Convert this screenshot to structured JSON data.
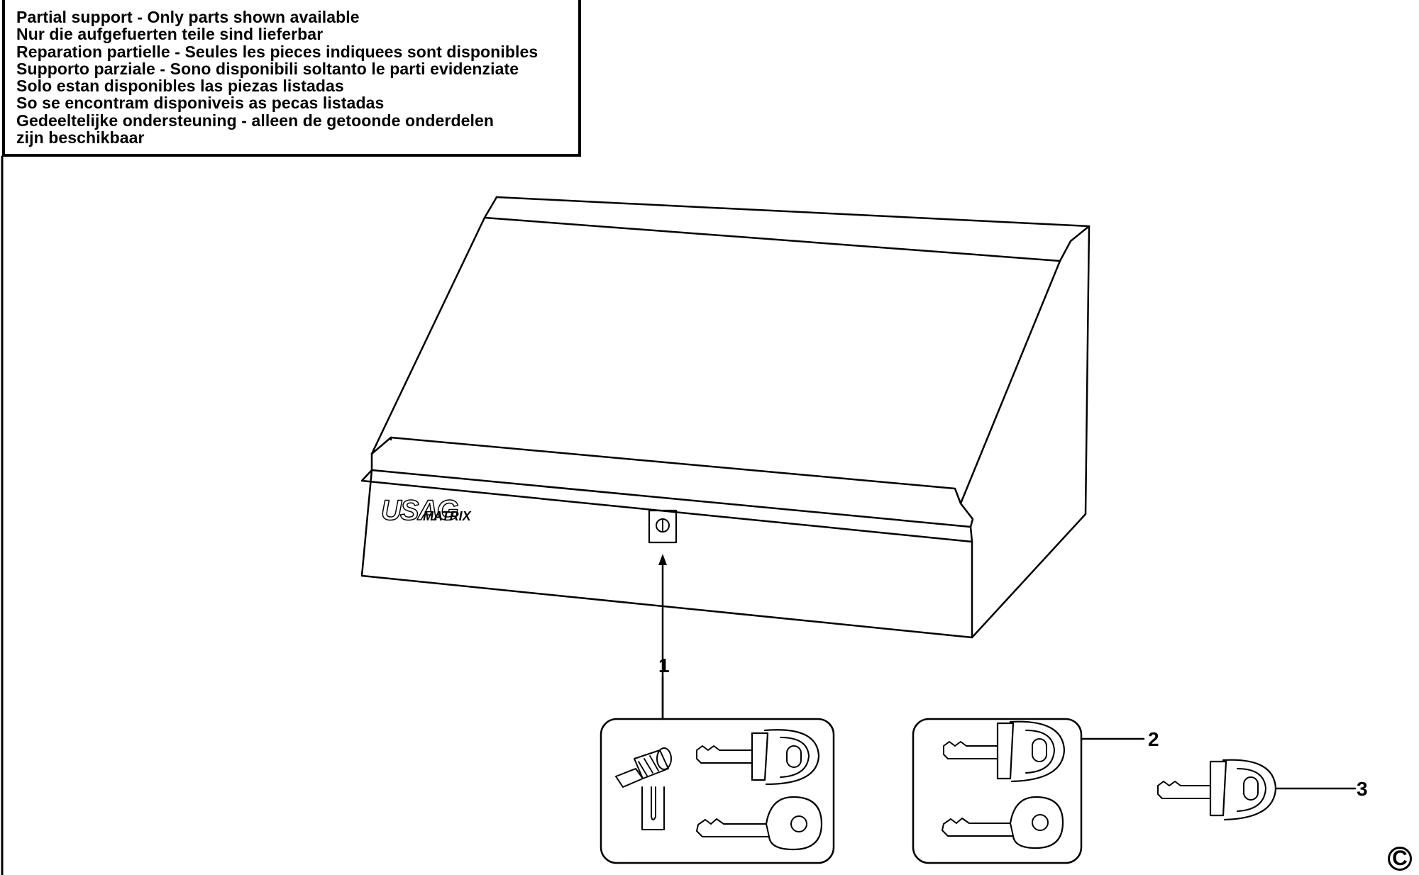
{
  "notice": {
    "lines": [
      "Partial support - Only parts shown available",
      "Nur die aufgefuerten teile sind lieferbar",
      "Reparation partielle - Seules les pieces indiquees sont disponibles",
      "Supporto parziale - Sono disponibili soltanto le parti evidenziate",
      "Solo estan disponibles las piezas listadas",
      "So se encontram disponiveis as pecas listadas",
      "Gedeeltelijke ondersteuning - alleen de getoonde onderdelen",
      "zijn beschikbaar"
    ]
  },
  "logo": {
    "brand": "USAG",
    "model": "MATRIX"
  },
  "callouts": {
    "part1": "1",
    "part2": "2",
    "part3": "3"
  },
  "copyright": "C",
  "colors": {
    "ink": "#000000",
    "paper": "#ffffff"
  }
}
